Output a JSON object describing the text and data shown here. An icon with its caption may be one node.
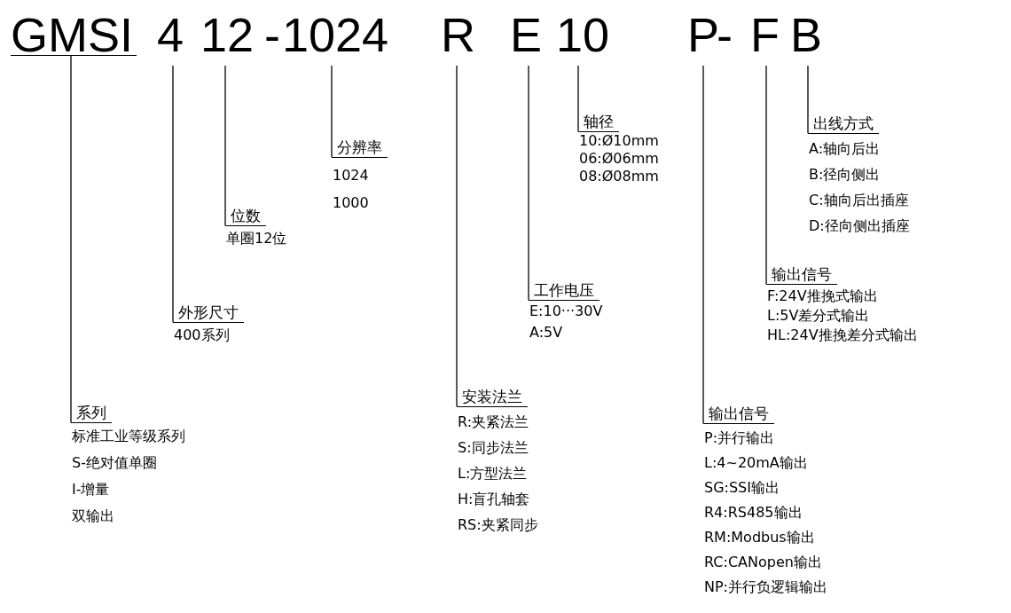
{
  "diagram": {
    "nodes": [
      {
        "text": [
          "GMSI"
        ]
      },
      {
        "text": [
          "4"
        ]
      },
      {
        "text": [
          "12"
        ]
      },
      {
        "text": [
          "1024"
        ]
      },
      {
        "text": [
          "R"
        ]
      },
      {
        "text": [
          "E"
        ]
      },
      {
        "text": [
          "10"
        ]
      },
      {
        "text": [
          "P"
        ]
      },
      {
        "text": [
          "F"
        ]
      },
      {
        "text": [
          "B"
        ]
      },
      {
        "text": [
          "系列",
          "标准工业等级系列",
          "S-绝对值单圈",
          "I-增量",
          "双输出"
        ]
      },
      {
        "text": [
          "外形尺寸",
          "400系列"
        ]
      },
      {
        "text": [
          "位数",
          "单圈12位"
        ]
      },
      {
        "text": [
          "分辨率",
          "1024",
          "1000"
        ]
      },
      {
        "text": [
          "安装法兰",
          "R:夹紧法兰",
          "S:同步法兰",
          "L:方型法兰",
          "H:盲孔轴套",
          "RS:夹紧同步"
        ]
      },
      {
        "text": [
          "工作电压",
          "E:10···30V",
          "A:5V"
        ]
      },
      {
        "text": [
          "轴径",
          "10:Ø10mm",
          "06:Ø06mm",
          "08:Ø08mm"
        ]
      },
      {
        "text": [
          "输出信号",
          "P:并行输出",
          "L:4~20mA输出",
          "SG:SSI输出",
          "R4:RS485输出",
          "RM:Modbus输出",
          "RC:CANopen输出",
          "NP:并行负逻辑输出"
        ]
      },
      {
        "text": [
          "输出信号",
          "F:24V推挽式输出",
          "L:5V差分式输出",
          "HL:24V推挽差分式输出"
        ]
      },
      {
        "text": [
          "出线方式",
          "A:轴向后出",
          "B:径向侧出",
          "C:轴向后出插座",
          "D:径向侧出插座"
        ]
      }
    ],
    "edges": [
      {
        "from": 0,
        "to": 10,
        "arrow": "none"
      },
      {
        "from": 1,
        "to": 11,
        "arrow": "none"
      },
      {
        "from": 2,
        "to": 12,
        "arrow": "none"
      },
      {
        "from": 3,
        "to": 13,
        "arrow": "none"
      },
      {
        "from": 4,
        "to": 14,
        "arrow": "none"
      },
      {
        "from": 5,
        "to": 15,
        "arrow": "none"
      },
      {
        "from": 6,
        "to": 16,
        "arrow": "none"
      },
      {
        "from": 7,
        "to": 17,
        "arrow": "none"
      },
      {
        "from": 8,
        "to": 18,
        "arrow": "none"
      },
      {
        "from": 9,
        "to": 19,
        "arrow": "none"
      }
    ],
    "labels": [
      "-",
      "-"
    ]
  }
}
